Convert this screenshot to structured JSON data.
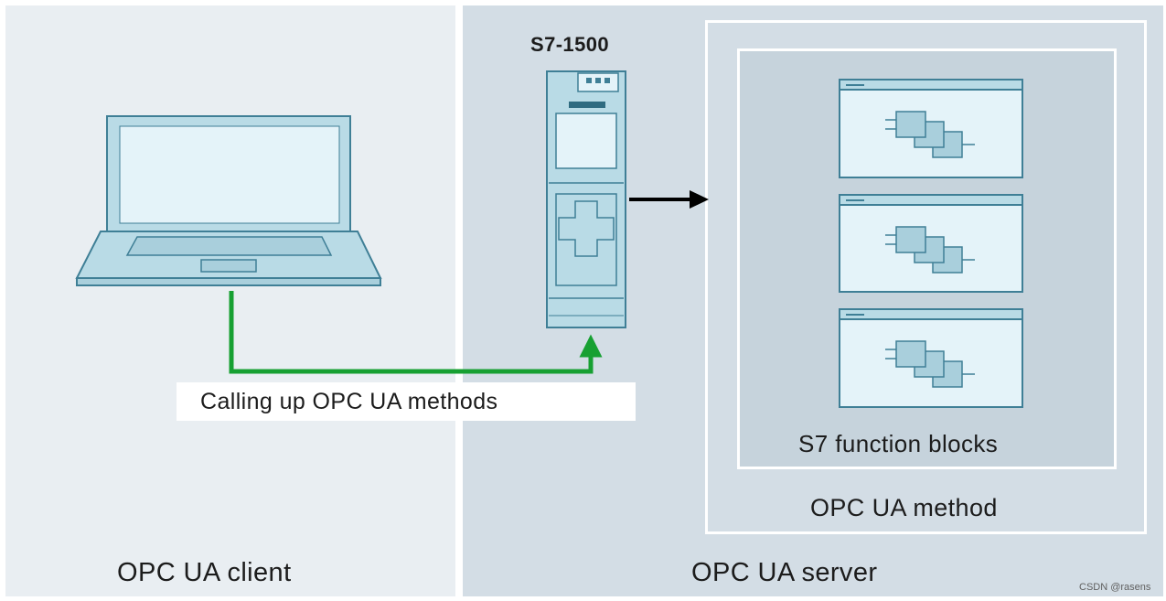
{
  "diagram": {
    "client_label": "OPC UA client",
    "server_label": "OPC UA server",
    "device_label": "S7-1500",
    "call_label": "Calling up OPC UA methods",
    "method_label": "OPC UA method",
    "function_blocks_label": "S7 function blocks",
    "watermark": "CSDN @rasens"
  },
  "colors": {
    "client_bg": "#e9eef2",
    "server_bg": "#d3dde5",
    "device_fill": "#b9dbe6",
    "device_stroke": "#3f7f96",
    "connection_green": "#17a032",
    "arrow_black": "#000000"
  },
  "icons": {
    "laptop": "laptop-icon",
    "plc": "plc-icon",
    "function_block": "function-block-icon"
  }
}
